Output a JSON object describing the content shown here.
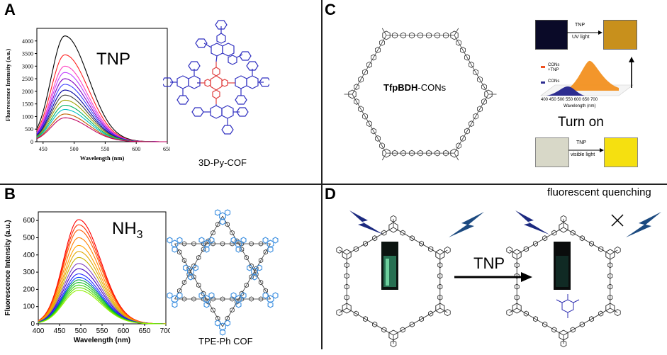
{
  "panels": {
    "A": {
      "label": "A",
      "annotation": "TNP",
      "caption": "3D-Py-COF",
      "chart_data": {
        "type": "line",
        "xlabel": "Wavelength (nm)",
        "ylabel": "Fluorescence Intensity (a.u.)",
        "xlim": [
          440,
          650
        ],
        "ylim": [
          0,
          4500
        ],
        "xticks": [
          450,
          500,
          550,
          600,
          650
        ],
        "yticks": [
          0,
          500,
          1000,
          1500,
          2000,
          2500,
          3000,
          3500,
          4000
        ],
        "peak_x": 485,
        "peaks": [
          4200,
          3450,
          3000,
          2750,
          2500,
          2280,
          2050,
          1850,
          1650,
          1450,
          1280,
          1100,
          950
        ],
        "colors": [
          "#000000",
          "#ff2020",
          "#ff40c0",
          "#c040ff",
          "#8000c0",
          "#4040ff",
          "#0000a0",
          "#404040",
          "#a0a000",
          "#00b060",
          "#00c0c0",
          "#c06000",
          "#c00060"
        ]
      }
    },
    "B": {
      "label": "B",
      "annotation_main": "NH",
      "annotation_sub": "3",
      "caption": "TPE-Ph COF",
      "chart_data": {
        "type": "line",
        "xlabel": "Wavelength (nm)",
        "ylabel": "Fluorescence Intensity (a.u.)",
        "xlim": [
          400,
          700
        ],
        "ylim": [
          0,
          650
        ],
        "xticks": [
          400,
          450,
          500,
          550,
          600,
          650,
          700
        ],
        "yticks": [
          0,
          100,
          200,
          300,
          400,
          500,
          600
        ],
        "peak_x": 495,
        "peaks": [
          605,
          575,
          545,
          500,
          455,
          420,
          385,
          350,
          320,
          290,
          270,
          255,
          240,
          225,
          210,
          195
        ],
        "colors": [
          "#ff0000",
          "#ff2a00",
          "#ff5a00",
          "#ff8000",
          "#ffa000",
          "#e0a800",
          "#c8b000",
          "#8040c0",
          "#4000c0",
          "#2020ff",
          "#0040ff",
          "#00a040",
          "#10c020",
          "#30d010",
          "#60e000",
          "#90f000"
        ]
      }
    },
    "C": {
      "label": "C",
      "structure_name_bold": "TfpBDH",
      "structure_name_rest": "-CONs",
      "arrow_top": "TNP",
      "arrow_bottom_uv": "UV light",
      "legend_1_line1": "CONs",
      "legend_1_line2": "+TNP",
      "legend_2": "CONs",
      "axis_ticks": "400 450 500 550 600 650 700",
      "axis_label": "Wavelength (nm)",
      "turn_on": "Turn on",
      "arrow_top_2": "TNP",
      "arrow_bottom_vis": "visible light",
      "colors": {
        "dark_square": "#0a0a28",
        "orange_square": "#c8901c",
        "pale_square": "#d8d8c8",
        "yellow_square": "#f5e010",
        "orange_peak": "#f29020",
        "blue_peak": "#2c2c90"
      }
    },
    "D": {
      "label": "D",
      "note": "fluorescent quenching",
      "arrow_label": "TNP"
    }
  }
}
